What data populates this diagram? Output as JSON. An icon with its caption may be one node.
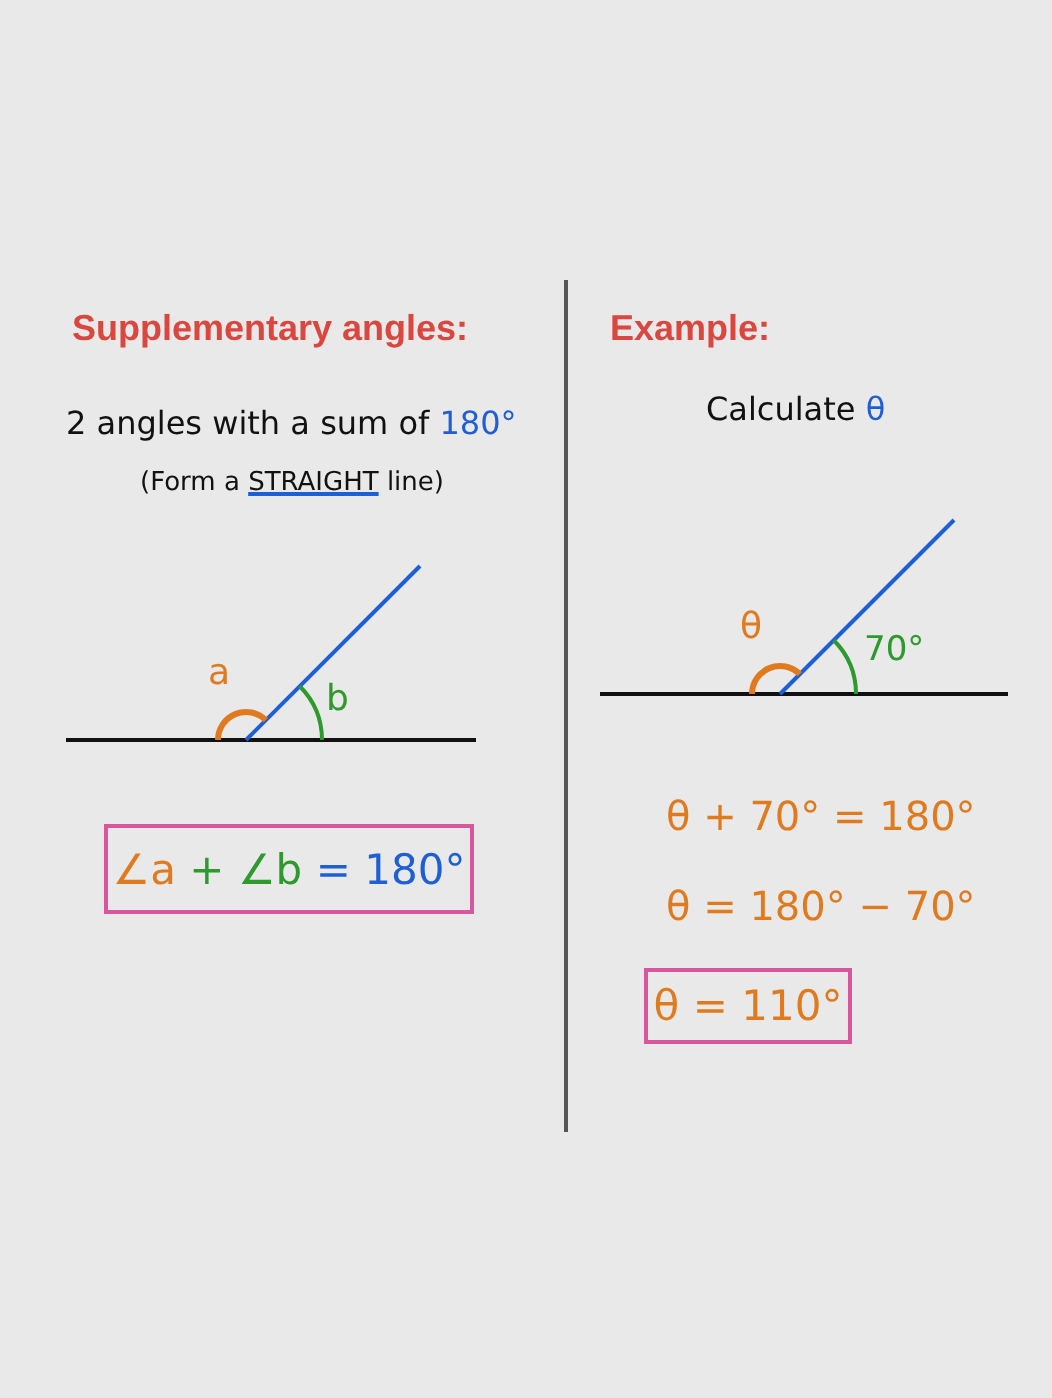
{
  "diagram": {
    "nodes": [
      {
        "text": [
          "∠a + ∠b = 180°"
        ]
      },
      {
        "text": [
          "θ = 110°"
        ]
      }
    ],
    "labels": [
      "Supplementary angles:",
      "Example:",
      "2 angles with a sum of 180°",
      "Calculate θ",
      "(Form a STRAIGHT line)",
      "θ",
      "70°",
      "a",
      "b",
      "θ + 70° = 180°",
      "θ = 180° − 70°"
    ]
  }
}
